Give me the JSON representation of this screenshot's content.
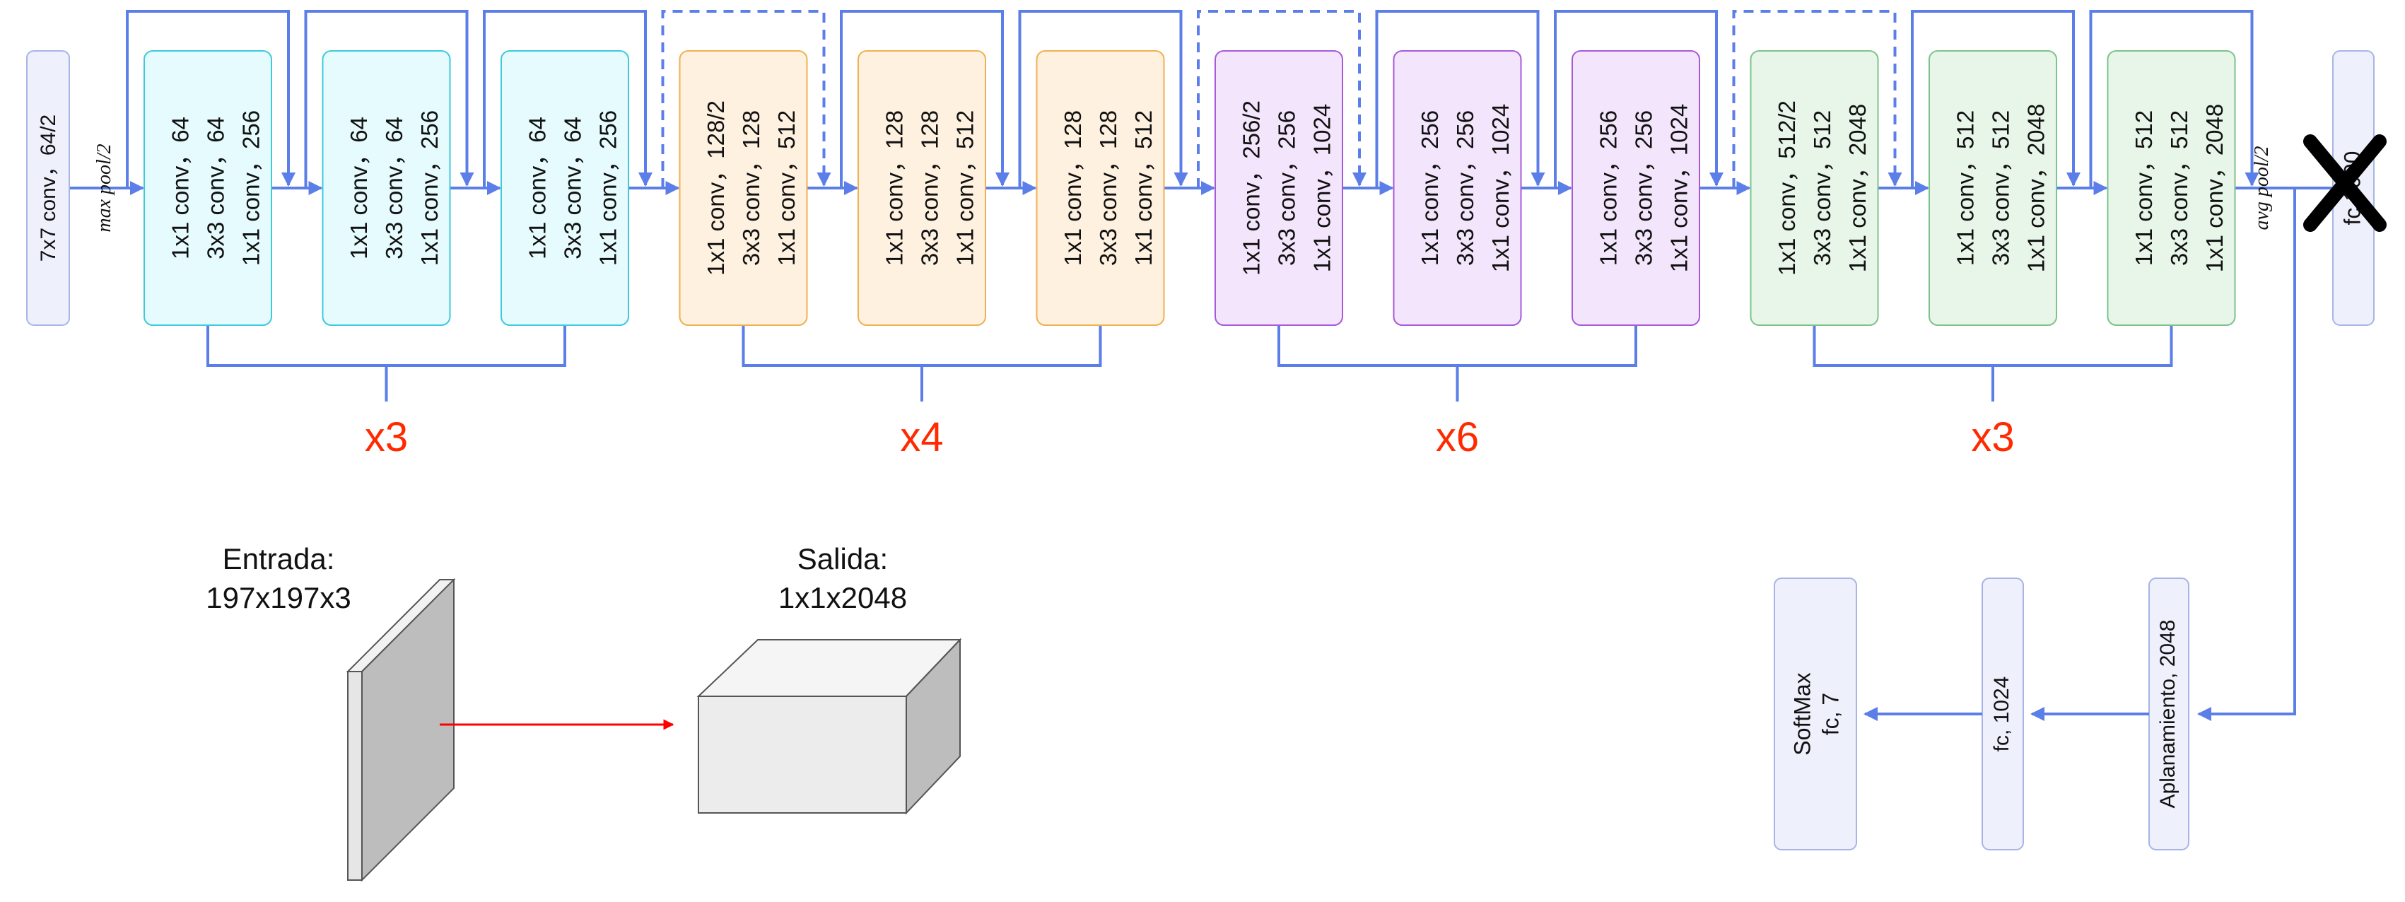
{
  "colors": {
    "arrow": "#5b7ee8",
    "input_fill": "#eef0fb",
    "input_stroke": "#a9b4e6",
    "stage1_fill": "#e6fbfd",
    "stage1_stroke": "#3ec9dc",
    "stage2_fill": "#fff1e0",
    "stage2_stroke": "#f0b050",
    "stage3_fill": "#f3e6fc",
    "stage3_stroke": "#a65ad8",
    "stage4_fill": "#e8f6ea",
    "stage4_stroke": "#7cc38a",
    "head_fill": "#eef0fb",
    "head_stroke": "#a9b4e6",
    "multiplier": "#ff2a00",
    "cross": "#000000",
    "red_line": "#ff0000"
  },
  "input_block": {
    "label": "7x7 conv，64/2"
  },
  "max_pool_label": "max pool/2",
  "avg_pool_label": "avg pool/2",
  "stages": [
    {
      "multiplier": "x3",
      "blocks": [
        {
          "lines": [
            "1x1 conv，64",
            "3x3 conv，64",
            "1x1 conv，256"
          ],
          "skip": "solid"
        },
        {
          "lines": [
            "1x1 conv，64",
            "3x3 conv，64",
            "1x1 conv，256"
          ],
          "skip": "solid"
        },
        {
          "lines": [
            "1x1 conv，64",
            "3x3 conv，64",
            "1x1 conv，256"
          ],
          "skip": "solid"
        }
      ]
    },
    {
      "multiplier": "x4",
      "blocks": [
        {
          "lines": [
            "1x1 conv，128/2",
            "3x3 conv，128",
            "1x1 conv，512"
          ],
          "skip": "dashed"
        },
        {
          "lines": [
            "1x1 conv，128",
            "3x3 conv，128",
            "1x1 conv，512"
          ],
          "skip": "solid"
        },
        {
          "lines": [
            "1x1 conv，128",
            "3x3 conv，128",
            "1x1 conv，512"
          ],
          "skip": "solid"
        }
      ]
    },
    {
      "multiplier": "x6",
      "blocks": [
        {
          "lines": [
            "1x1 conv，256/2",
            "3x3 conv，256",
            "1x1 conv，1024"
          ],
          "skip": "dashed"
        },
        {
          "lines": [
            "1x1 conv，256",
            "3x3 conv，256",
            "1x1 conv，1024"
          ],
          "skip": "solid"
        },
        {
          "lines": [
            "1x1 conv，256",
            "3x3 conv，256",
            "1x1 conv，1024"
          ],
          "skip": "solid"
        }
      ]
    },
    {
      "multiplier": "x3",
      "blocks": [
        {
          "lines": [
            "1x1 conv，512/2",
            "3x3 conv，512",
            "1x1 conv，2048"
          ],
          "skip": "dashed"
        },
        {
          "lines": [
            "1x1 conv，512",
            "3x3 conv，512",
            "1x1 conv，2048"
          ],
          "skip": "solid"
        },
        {
          "lines": [
            "1x1 conv，512",
            "3x3 conv，512",
            "1x1 conv，2048"
          ],
          "skip": "solid"
        }
      ]
    }
  ],
  "fc_removed": {
    "label": "fc 1000"
  },
  "head": [
    {
      "lines": [
        "Aplanamiento, 2048"
      ]
    },
    {
      "lines": [
        "fc, 1024"
      ]
    },
    {
      "lines": [
        "SoftMax",
        "fc, 7"
      ]
    }
  ],
  "input_shape": {
    "title": "Entrada:",
    "dims": "197x197x3"
  },
  "output_shape": {
    "title": "Salida:",
    "dims": "1x1x2048"
  }
}
